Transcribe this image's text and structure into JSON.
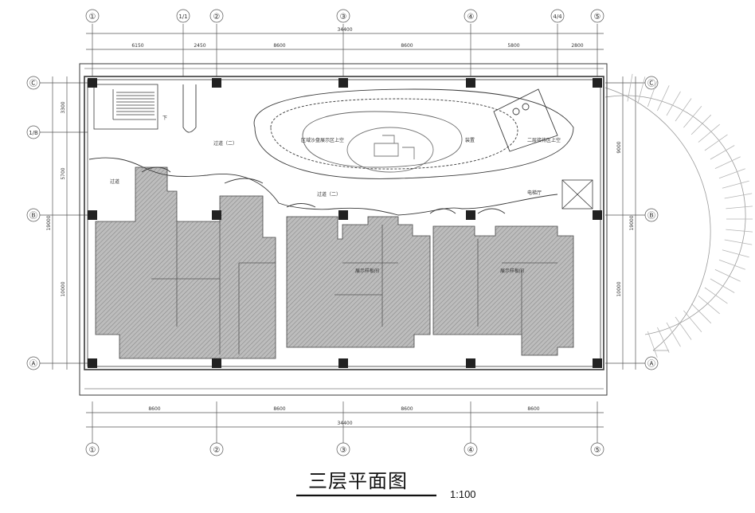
{
  "drawing": {
    "title": "三层平面图",
    "scale": "1:100"
  },
  "axes": {
    "top": [
      "①",
      "1/1",
      "②",
      "③",
      "④",
      "4/4",
      "⑤"
    ],
    "bottom": [
      "①",
      "②",
      "③",
      "④",
      "⑤"
    ],
    "left": [
      "Ⓒ",
      "1/B",
      "Ⓑ",
      "Ⓐ"
    ],
    "right": [
      "Ⓒ",
      "Ⓑ",
      "Ⓐ"
    ]
  },
  "dimensions": {
    "top_total": "34400",
    "top_segments": [
      "6150",
      "2450",
      "8600",
      "8600",
      "5800",
      "2800"
    ],
    "bottom_total": "34400",
    "bottom_segments": [
      "8600",
      "8600",
      "8600",
      "8600"
    ],
    "left_total": "19000",
    "left_segments": [
      "3300",
      "5700",
      "10000"
    ],
    "right_total": "19000",
    "right_segments": [
      "9000",
      "10000"
    ]
  },
  "rooms": {
    "corridor_2a": "过道（二）",
    "corridor_2b": "过道（二）",
    "corridor": "过道",
    "exhibit_above": "区域沙盘展示区上空",
    "install": "装置",
    "reception_above": "二层接待区上空",
    "elevator_hall": "电梯厅",
    "sample_left": "展示样板间",
    "sample_right": "展示样板间",
    "stair_down": "下"
  },
  "colors": {
    "line": "#3a3a3a",
    "hatch": "#9a9a9a",
    "column": "#222222"
  }
}
